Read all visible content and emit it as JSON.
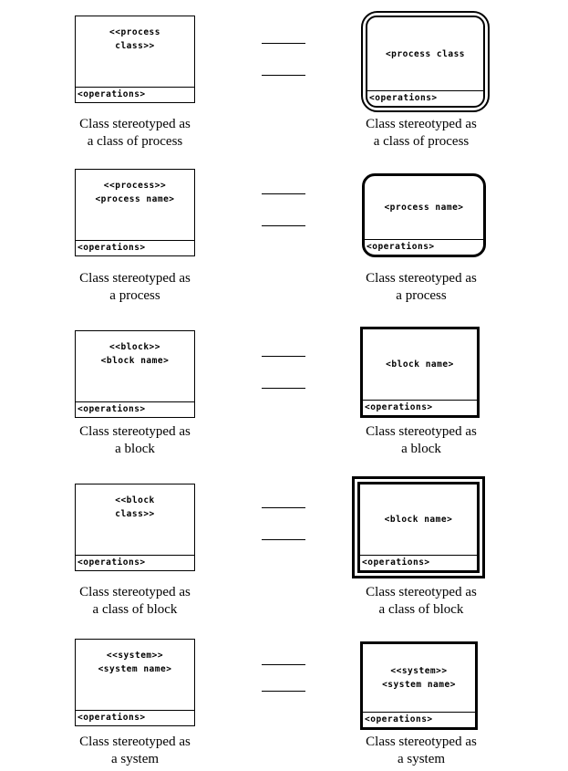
{
  "page": {
    "background": "#ffffff",
    "line_color": "#000000"
  },
  "rows": [
    {
      "caption1": "Class stereotyped as",
      "caption2": "a class of process",
      "left": {
        "line1": "<<process",
        "line2": "class>>",
        "operations": "<operations>"
      },
      "right": {
        "style": "double-rounded",
        "line1": "<process class",
        "line2": "",
        "operations": "<operations>"
      }
    },
    {
      "caption1": "Class stereotyped as",
      "caption2": "a process",
      "left": {
        "line1": "<<process>>",
        "line2": "<process name>",
        "operations": "<operations>"
      },
      "right": {
        "style": "rounded-thick",
        "line1": "<process name>",
        "line2": "",
        "operations": "<operations>"
      }
    },
    {
      "caption1": "Class stereotyped as",
      "caption2": "a block",
      "left": {
        "line1": "<<block>>",
        "line2": "<block name>",
        "operations": "<operations>"
      },
      "right": {
        "style": "thick",
        "line1": "<block name>",
        "line2": "",
        "operations": "<operations>"
      }
    },
    {
      "caption1": "Class stereotyped as",
      "caption2": "a class of block",
      "left": {
        "line1": "<<block",
        "line2": "class>>",
        "operations": "<operations>"
      },
      "right": {
        "style": "double-thick",
        "line1": "<block name>",
        "line2": "",
        "operations": "<operations>"
      }
    },
    {
      "caption1": "Class stereotyped as",
      "caption2": "a system",
      "left": {
        "line1": "<<system>>",
        "line2": "<system name>",
        "operations": "<operations>"
      },
      "right": {
        "style": "thick",
        "line1": "<<system>>",
        "line2": "<system name>",
        "operations": "<operations>"
      }
    }
  ]
}
